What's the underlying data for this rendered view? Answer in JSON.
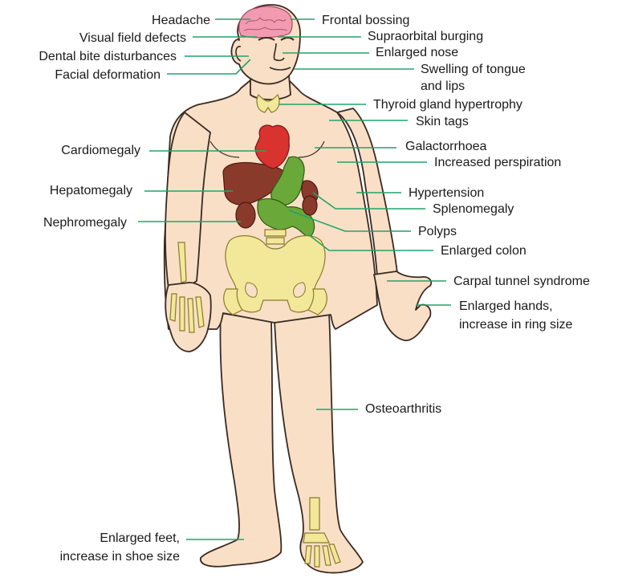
{
  "labels": {
    "headache": "Headache",
    "visual_field_defects": "Visual field defects",
    "dental_bite": "Dental bite disturbances",
    "facial_deformation": "Facial deformation",
    "cardiomegaly": "Cardiomegaly",
    "hepatomegaly": "Hepatomegaly",
    "nephromegaly": "Nephromegaly",
    "frontal_bossing": "Frontal bossing",
    "supraorbital_burging": "Supraorbital burging",
    "enlarged_nose": "Enlarged nose",
    "swelling_tongue_line1": "Swelling of tongue",
    "swelling_tongue_line2": "and lips",
    "thyroid": "Thyroid gland hypertrophy",
    "skin_tags": "Skin tags",
    "galactorrhoea": "Galactorrhoea",
    "increased_perspiration": "Increased perspiration",
    "hypertension": "Hypertension",
    "splenomegaly": "Splenomegaly",
    "polyps": "Polyps",
    "enlarged_colon": "Enlarged colon",
    "carpal_tunnel": "Carpal tunnel syndrome",
    "enlarged_hands_line1": "Enlarged hands,",
    "enlarged_hands_line2": "increase in ring size",
    "osteoarthritis": "Osteoarthritis",
    "enlarged_feet_line1": "Enlarged feet,",
    "enlarged_feet_line2": "increase in shoe size"
  },
  "colors": {
    "leader_line": "#22a36a",
    "skin": "#f8dfc6",
    "brain": "#f29bb0",
    "heart": "#d8332e",
    "liver": "#8a3a2a",
    "intestine": "#6aa83a",
    "bone": "#f3e79a",
    "thyroid": "#f3e79a"
  }
}
